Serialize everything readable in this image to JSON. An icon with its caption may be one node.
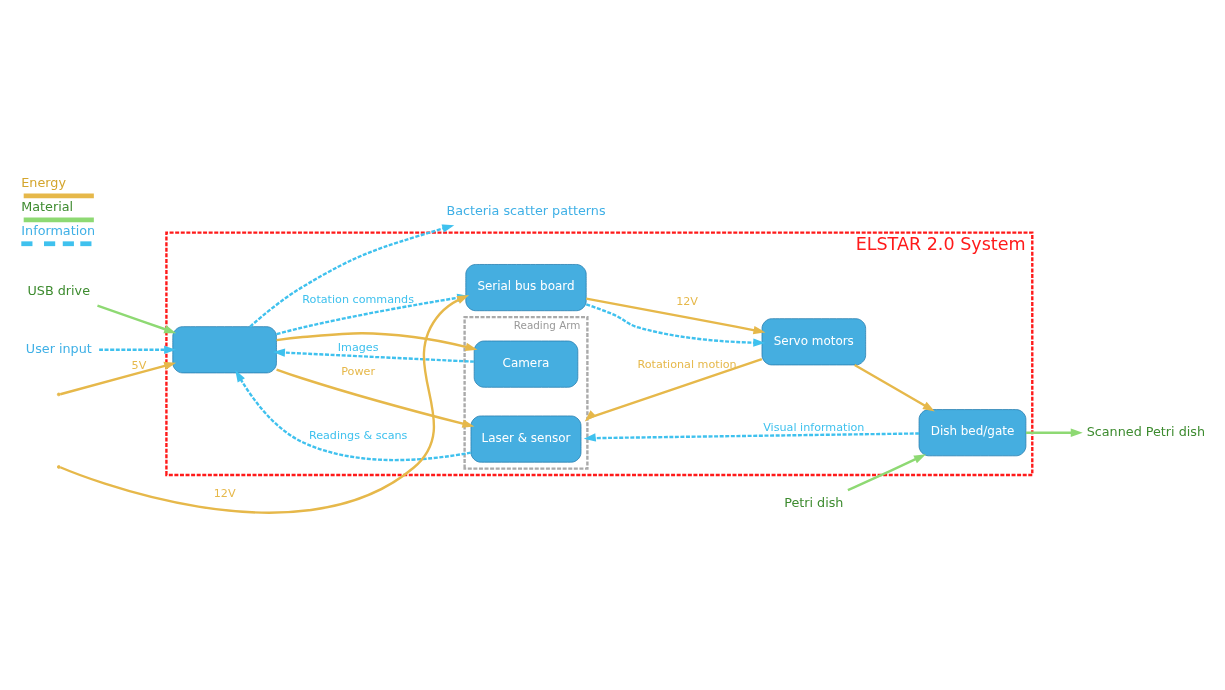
{
  "diagram": {
    "nodes": [
      {
        "text": [
          "ELSTAR 2.0 System"
        ]
      },
      {
        "text": [
          "Dish bed/gate"
        ],
        "in": 0
      },
      {
        "text": [
          "Servo motors"
        ],
        "in": 0
      },
      {
        "text": [
          "Reading Arm"
        ],
        "in": 0
      },
      {
        "text": [
          "Laser & sensor"
        ],
        "in": 3
      },
      {
        "text": [
          "Camera"
        ],
        "in": 3
      },
      {
        "text": [],
        "shape": "box",
        "in": 0
      },
      {
        "text": [
          "Serial bus board"
        ],
        "in": 0
      },
      {
        "text": [
          "Petri dish"
        ]
      },
      {
        "text": [
          "Scanned Petri dish"
        ]
      },
      {
        "text": [
          "Bacteria scatter patterns"
        ]
      },
      {
        "text": [
          "USB drive"
        ]
      },
      {
        "text": [
          "User input"
        ]
      }
    ],
    "edges": [
      {
        "from": 8,
        "to": 1,
        "arrow": "to",
        "color": "#8ed973"
      },
      {
        "from": 1,
        "to": 9,
        "arrow": "to",
        "color": "#8ed973"
      },
      {
        "from": 2,
        "to": 1,
        "arrow": "to",
        "color": "#e6b84a"
      },
      {
        "from": 2,
        "to": 3,
        "arrow": "to",
        "label": "Rotational motion",
        "color": "#e6b84a"
      },
      {
        "from": 1,
        "to": 3,
        "arrow": "to",
        "label": "Visual information",
        "style": "dashed",
        "color": "#3fc1ee"
      },
      {
        "from": 4,
        "to": 6,
        "arrow": "to",
        "label": "Readings & scans",
        "style": "dashed",
        "color": "#3fc1ee"
      },
      {
        "from": 5,
        "to": 6,
        "arrow": "to",
        "label": "Images",
        "style": "dashed",
        "color": "#3fc1ee"
      },
      {
        "from": 6,
        "to": 4,
        "arrow": "to",
        "label": "Power",
        "color": "#e6b84a"
      },
      {
        "from": 6,
        "to": 5,
        "arrow": "to",
        "color": "#e6b84a"
      },
      {
        "from": 6,
        "to": 7,
        "arrow": "to",
        "label": "Rotation commands",
        "style": "dashed",
        "color": "#3fc1ee"
      },
      {
        "from": 7,
        "to": 2,
        "arrow": "to",
        "style": "dashed",
        "color": "#3fc1ee"
      },
      {
        "from": 7,
        "to": 2,
        "arrow": "to",
        "label": "12V",
        "color": "#e6b84a"
      },
      {
        "from": 6,
        "to": 10,
        "arrow": "to",
        "style": "dashed",
        "color": "#3fc1ee"
      },
      {
        "from": 11,
        "to": 6,
        "arrow": "to",
        "color": "#8ed973"
      },
      {
        "from": 12,
        "to": 6,
        "arrow": "to",
        "style": "dashed",
        "color": "#3fc1ee"
      },
      {
        "from": null,
        "to": 6,
        "arrow": "to",
        "label": "5V",
        "color": "#e6b84a"
      },
      {
        "from": null,
        "to": 7,
        "arrow": "to",
        "label": "12V",
        "color": "#e6b84a"
      }
    ],
    "legend": [
      {
        "text": "Energy"
      },
      {
        "text": "Material"
      },
      {
        "text": "Information"
      }
    ]
  }
}
